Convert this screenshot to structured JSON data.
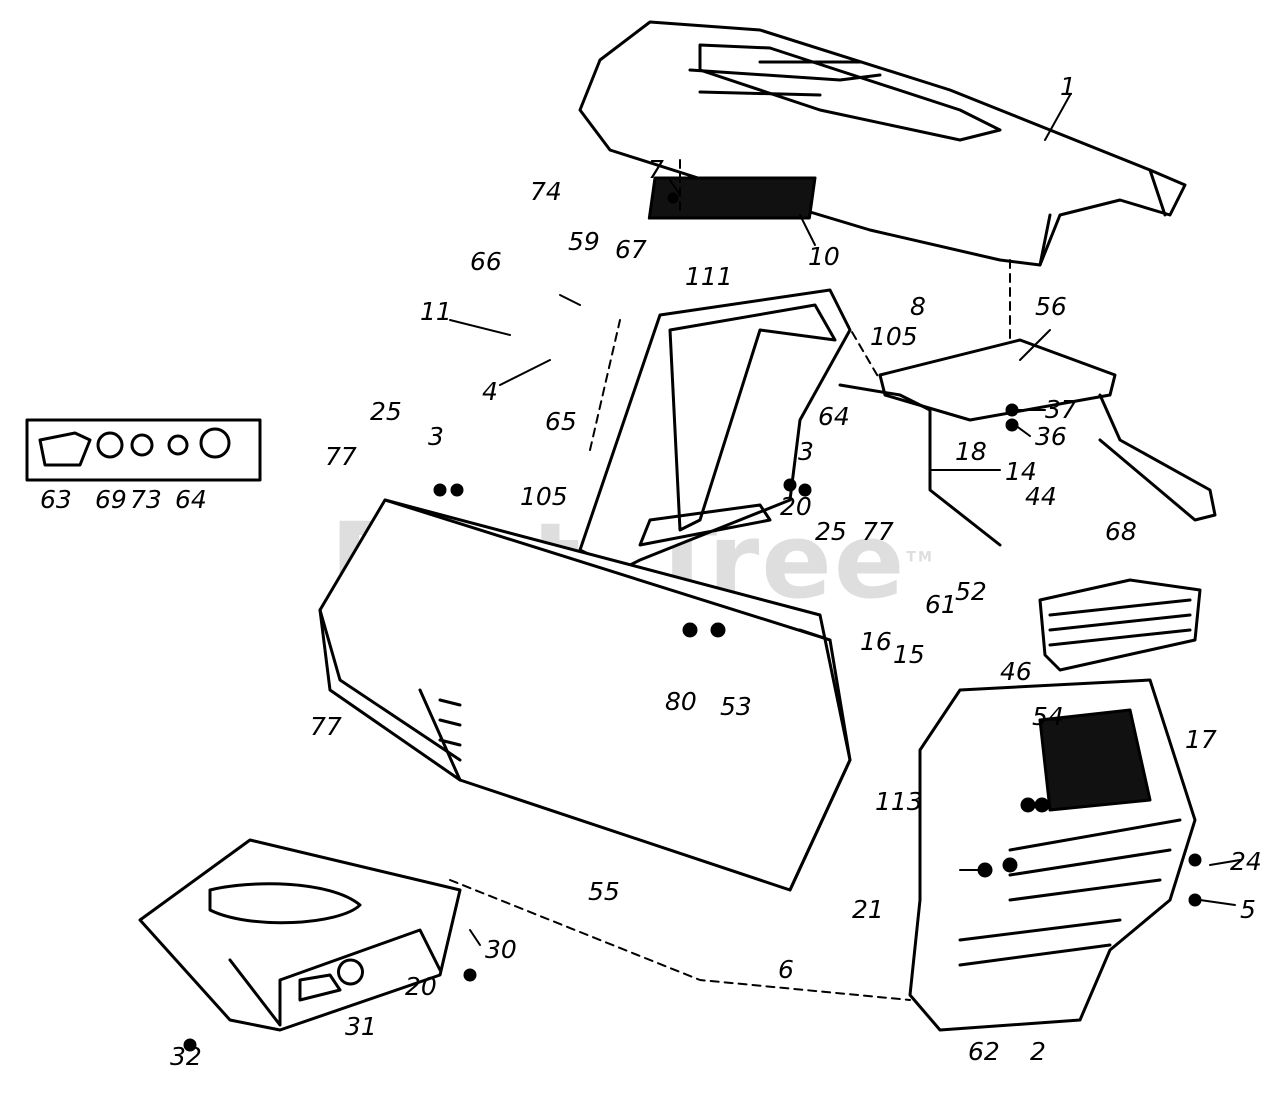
{
  "watermark": "PartsTree",
  "watermark_tm": "TM",
  "parts": {
    "p1": "1",
    "p2": "2",
    "p3a": "3",
    "p3b": "3",
    "p4": "4",
    "p5": "5",
    "p6": "6",
    "p7": "7",
    "p8": "8",
    "p10": "10",
    "p11": "11",
    "p14": "14",
    "p15": "15",
    "p16": "16",
    "p17": "17",
    "p18": "18",
    "p20a": "20",
    "p20b": "20",
    "p21": "21",
    "p24": "24",
    "p25a": "25",
    "p25b": "25",
    "p30": "30",
    "p31": "31",
    "p32": "32",
    "p36": "36",
    "p37": "37",
    "p44": "44",
    "p46": "46",
    "p52": "52",
    "p53": "53",
    "p54": "54",
    "p55": "55",
    "p56": "56",
    "p59": "59",
    "p61": "61",
    "p62": "62",
    "p63": "63",
    "p64a": "64",
    "p64b": "64",
    "p65": "65",
    "p66": "66",
    "p67": "67",
    "p68": "68",
    "p69": "69",
    "p73": "73",
    "p74": "74",
    "p77a": "77",
    "p77b": "77",
    "p77c": "77",
    "p80": "80",
    "p105a": "105",
    "p105b": "105",
    "p111": "111",
    "p113": "113"
  }
}
